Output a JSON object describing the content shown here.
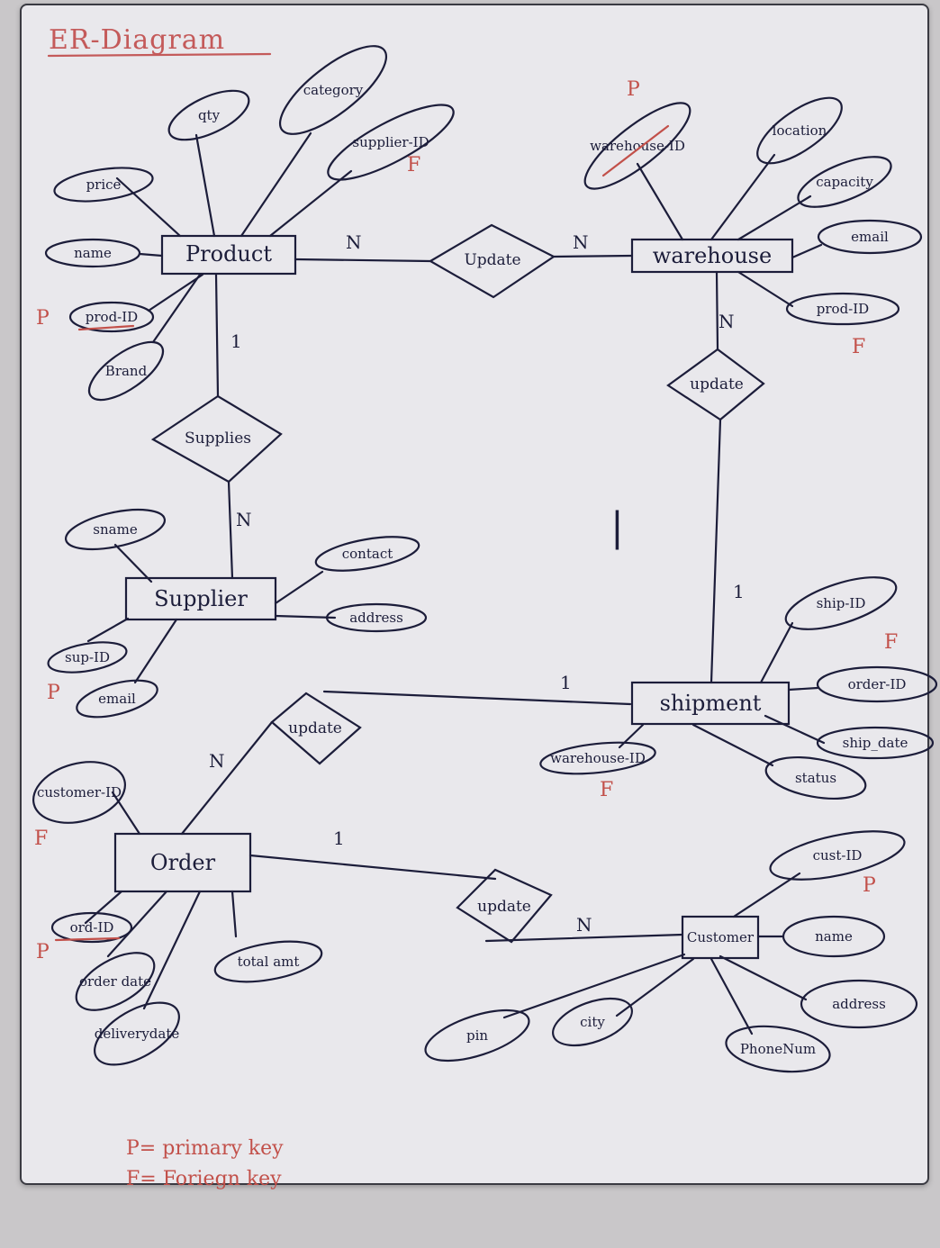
{
  "title": "ER-Diagram",
  "entities": {
    "product": "Product",
    "warehouse": "warehouse",
    "supplier": "Supplier",
    "shipment": "shipment",
    "order": "Order",
    "customer": "Customer"
  },
  "relationships": {
    "update_product_warehouse": "Update",
    "update_warehouse_shipment": "update",
    "supplies": "Supplies",
    "update_order_shipment": "update",
    "update_order_customer": "update"
  },
  "attributes": {
    "product": [
      "price",
      "qty",
      "category",
      "supplier-ID",
      "name",
      "prod-ID",
      "Brand"
    ],
    "warehouse": [
      "warehouse-ID",
      "location",
      "capacity",
      "email",
      "prod-ID"
    ],
    "supplier": [
      "sname",
      "contact",
      "address",
      "sup-ID",
      "email"
    ],
    "shipment": [
      "ship-ID",
      "order-ID",
      "ship_date",
      "status",
      "warehouse-ID"
    ],
    "order": [
      "customer-ID",
      "ord-ID",
      "order date",
      "deliverydate",
      "total amt"
    ],
    "customer": [
      "cust-ID",
      "name",
      "address",
      "PhoneNum",
      "city",
      "pin"
    ]
  },
  "cardinality": {
    "product_warehouse_left": "N",
    "product_warehouse_right": "N",
    "warehouse_update": "N",
    "shipment_update": "1",
    "product_supplies": "1",
    "supplier_supplies": "N",
    "divider_mark": "|",
    "shipment_order": "1",
    "order_update": "N",
    "order_customer": "1",
    "customer_update": "N"
  },
  "key_marks": {
    "supplier_id_fk": "F",
    "warehouse_id_pk": "P",
    "prod_id_pk": "P",
    "warehouse_prod_id_fk": "F",
    "sup_id_pk": "P",
    "ship_id_fk": "F",
    "shipment_warehouse_fk": "F",
    "order_customer_fk": "F",
    "ord_id_pk": "P",
    "cust_id_pk": "P"
  },
  "legend": {
    "primary": "P= primary key",
    "foreign": "F= Foriegn key"
  },
  "colors": {
    "ink": "#1c1d3a",
    "red_ink": "#c2504a",
    "paper": "#e9e8ec",
    "background": "#c9c7c9"
  }
}
